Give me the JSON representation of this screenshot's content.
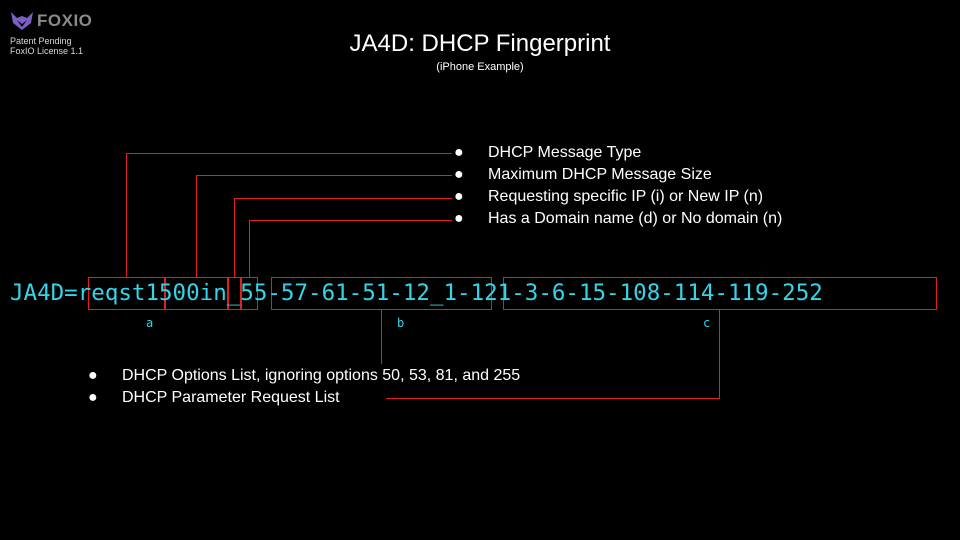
{
  "brand": {
    "logo_text": "FOXIO",
    "notice_line1": "Patent Pending",
    "notice_line2": "FoxIO License 1.1"
  },
  "title": "JA4D: DHCP Fingerprint",
  "subtitle": "(iPhone Example)",
  "fingerprint": {
    "prefix": "JA4D=",
    "message_type": "reqst",
    "max_size": "1500",
    "requested_ip": "i",
    "domain": "n",
    "sep1": "_",
    "options": "55-57-61-51-12",
    "sep2": "_",
    "param_request": "1-121-3-6-15-108-114-119-252"
  },
  "segment_labels": {
    "a": "a",
    "b": "b",
    "c": "c"
  },
  "top_bullets": [
    "DHCP Message Type",
    "Maximum DHCP Message Size",
    "Requesting specific IP (i) or New IP (n)",
    "Has a Domain name (d) or No domain (n)"
  ],
  "bottom_bullets": [
    "DHCP Options List, ignoring options 50, 53, 81, and 255",
    "DHCP Parameter Request List"
  ],
  "bullet_symbol": "●",
  "colors": {
    "background": "#000000",
    "fingerprint_text": "#34d5e8",
    "bracket_lines": "#e02020",
    "text": "#ffffff"
  }
}
